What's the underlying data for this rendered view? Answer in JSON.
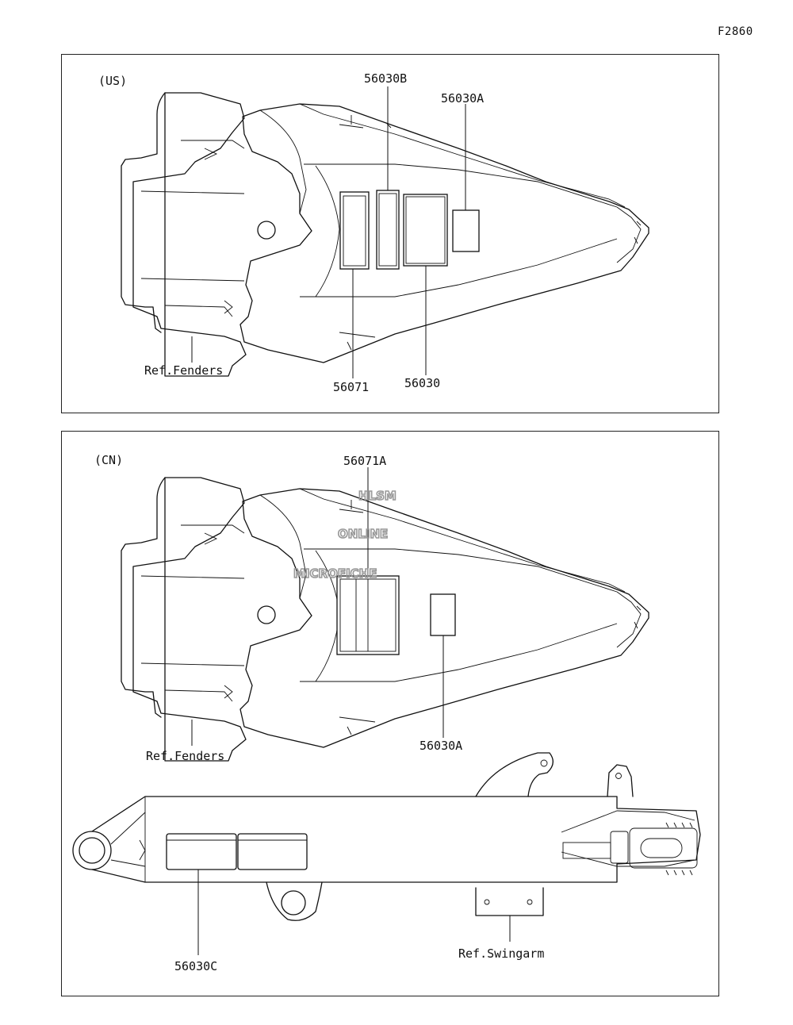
{
  "figure_code": "F2860",
  "panels": {
    "us": {
      "tag": "(US)",
      "callouts": {
        "p56030B": "56030B",
        "p56030A": "56030A",
        "p56071": "56071",
        "p56030": "56030",
        "ref_fenders": "Ref.Fenders"
      }
    },
    "cn": {
      "tag": "(CN)",
      "callouts": {
        "p56071A": "56071A",
        "p56030A": "56030A",
        "ref_fenders": "Ref.Fenders",
        "p56030C": "56030C",
        "ref_swingarm": "Ref.Swingarm"
      }
    }
  },
  "watermark": {
    "line1": "HLSM",
    "line2": "ONLINE",
    "line3": "MICROFICHE"
  }
}
